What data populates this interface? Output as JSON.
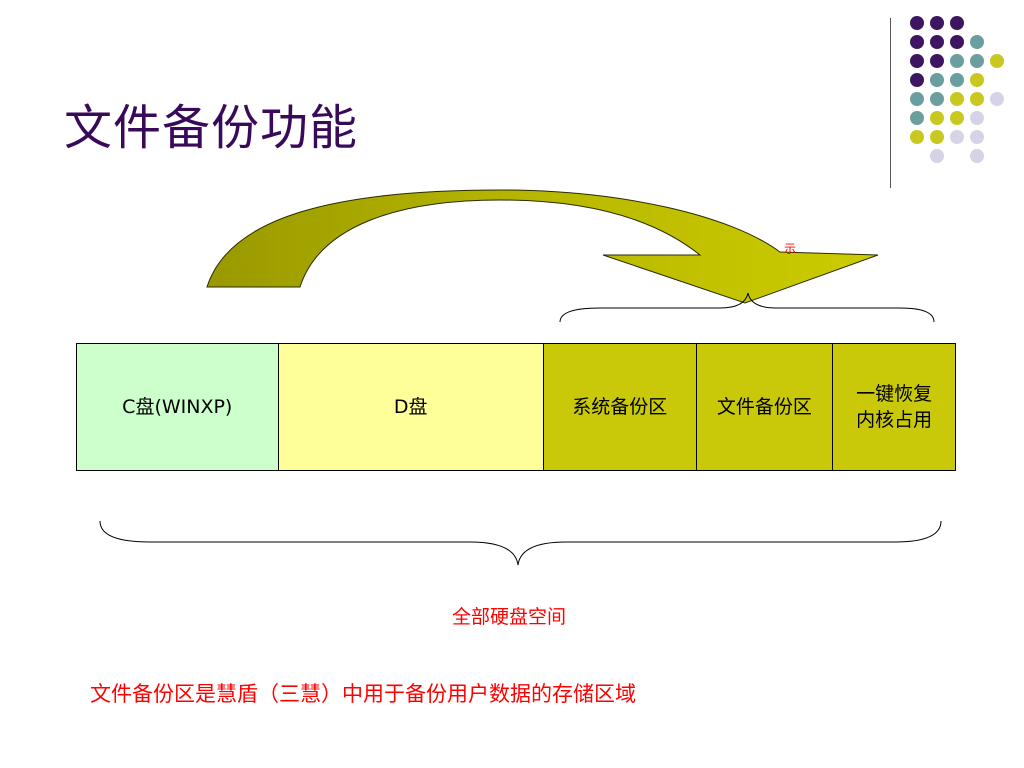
{
  "slide": {
    "title": "文件备份功能",
    "partitions": {
      "c_label": "C盘(WINXP)",
      "d_label": "D盘",
      "system_backup": "系统备份区",
      "file_backup": "文件备份区",
      "one_key_line1": "一键恢复",
      "one_key_line2": "内核占用"
    },
    "brace_label": "全部硬盘空间",
    "note": "文件备份区是慧盾（三慧）中用于备份用户数据的存储区域",
    "stray_mark": "示"
  },
  "colors": {
    "title": "#3a0a5a",
    "c_drive": "#ccffcc",
    "d_drive": "#ffff99",
    "reserved": "#c9c90a",
    "arrow_dark": "#999900",
    "arrow_light": "#cccc00",
    "accent_red": "#ff0000",
    "dot_purple": "#3d1560",
    "dot_teal": "#6b9e9e",
    "dot_yellow": "#c8c820",
    "dot_lilac": "#d4d4e6"
  }
}
